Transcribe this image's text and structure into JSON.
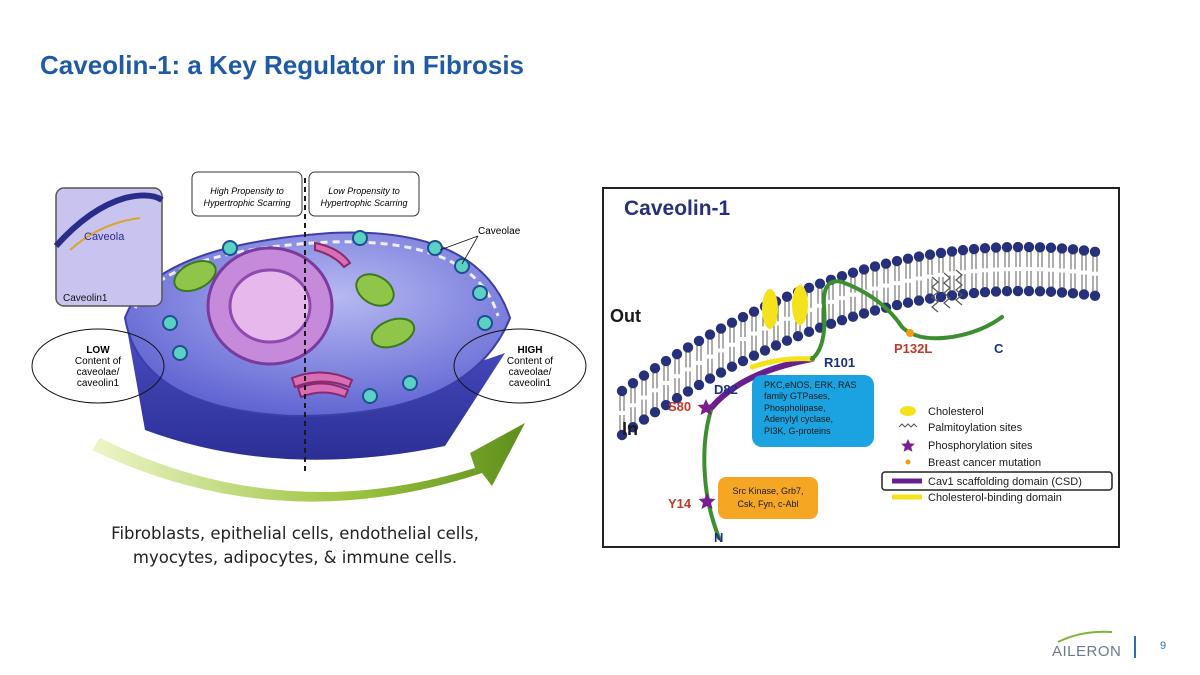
{
  "slide": {
    "title": "Caveolin-1: a Key Regulator in Fibrosis",
    "page_number": "9",
    "logo": "AILERON"
  },
  "cell_diagram": {
    "inset_caveola": "Caveola",
    "inset_caveolin": "Caveolin1",
    "caveolae_label": "Caveolae",
    "box_high": [
      "High Propensity to",
      "Hypertrophic Scarring"
    ],
    "box_low": [
      "Low Propensity to",
      "Hypertrophic Scarring"
    ],
    "low_oval": [
      "LOW",
      "Content of",
      "caveolae/",
      "caveolin1"
    ],
    "high_oval": [
      "HIGH",
      "Content of",
      "caveolae/",
      "caveolin1"
    ]
  },
  "caption": [
    "Fibroblasts, epithelial cells, endothelial cells,",
    "myocytes, adipocytes, & immune cells."
  ],
  "caveolin_diagram": {
    "title": "Caveolin-1",
    "out_label": "Out",
    "in_label": "In",
    "residues": {
      "R101": "R101",
      "D82": "D82",
      "S80": "S80",
      "Y14": "Y14",
      "N": "N",
      "C": "C",
      "P132L": "P132L"
    },
    "blue_box": [
      "PKC,eNOS, ERK, RAS",
      "family GTPases,",
      "Phospholipase,",
      "Adenylyl cyclase,",
      "PI3K, G-proteins"
    ],
    "orange_box": [
      "Src Kinase, Grb7,",
      "Csk, Fyn, c-Abl"
    ],
    "legend": [
      {
        "label": "Cholesterol",
        "icon": "yellow-ellipse"
      },
      {
        "label": "Palmitoylation sites",
        "icon": "zigzag"
      },
      {
        "label": "Phosphorylation sites",
        "icon": "purple-star"
      },
      {
        "label": "Breast cancer mutation",
        "icon": "orange-dot"
      },
      {
        "label": "Cav1 scaffolding domain (CSD)",
        "icon": "purple-line"
      },
      {
        "label": "Cholesterol-binding domain",
        "icon": "yellow-line"
      }
    ]
  },
  "colors": {
    "title": "#1f5aa6",
    "membrane_head": "#27307a",
    "protein_green": "#3b8f2e",
    "csd_purple": "#6a1f8f",
    "residue_red": "#c0392b",
    "residue_blue": "#1a2f87",
    "blue_box": "#1aa3e0",
    "orange_box": "#f5a623"
  }
}
